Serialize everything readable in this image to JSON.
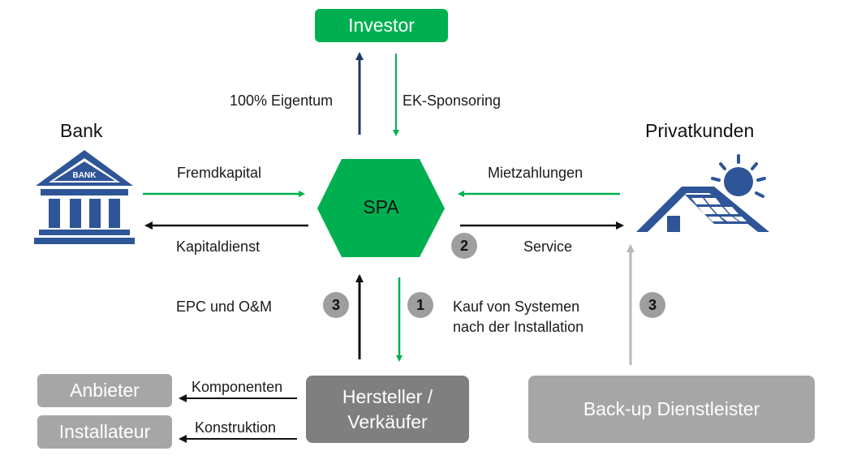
{
  "colors": {
    "green": "#00b050",
    "navy": "#1f3864",
    "blue": "#2e5597",
    "gray_badge": "#9e9e9e",
    "gray_box": "#a6a6a6",
    "dark_gray_box": "#7f7f7f",
    "light_arrow": "#b7b7b7"
  },
  "nodes": {
    "investor": "Investor",
    "spa": "SPA",
    "bank": "Bank",
    "privatkunden": "Privatkunden",
    "hersteller": "Hersteller / Verkäufer",
    "anbieter": "Anbieter",
    "installateur": "Installateur",
    "backup": "Back-up Dienstleister",
    "bank_sign": "BANK"
  },
  "edges": {
    "eigentum": "100% Eigentum",
    "ek_sponsoring": "EK-Sponsoring",
    "fremdkapital": "Fremdkapital",
    "kapitaldienst": "Kapitaldienst",
    "mietzahlungen": "Mietzahlungen",
    "service": "Service",
    "epc": "EPC und O&M",
    "kauf_line1": "Kauf von Systemen",
    "kauf_line2": "nach der Installation",
    "komponenten": "Komponenten",
    "konstruktion": "Konstruktion"
  },
  "badges": {
    "service_badge": "2",
    "epc_badge": "3",
    "kauf_badge": "1",
    "backup_badge": "3"
  },
  "icons": {
    "bank": "bank-building-icon",
    "house": "house-solar-panel-icon"
  }
}
